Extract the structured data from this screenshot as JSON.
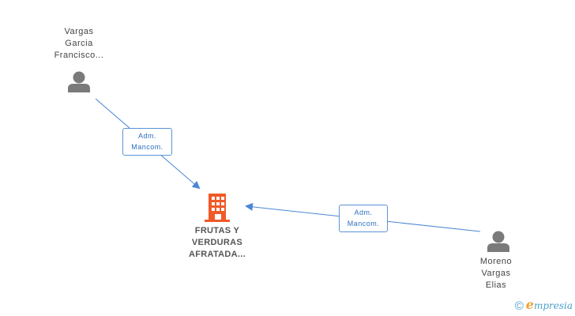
{
  "nodes": {
    "person_top": {
      "lines": [
        "Vargas",
        "Garcia",
        "Francisco..."
      ]
    },
    "company": {
      "lines": [
        "FRUTAS Y",
        "VERDURAS",
        "AFRATADA..."
      ]
    },
    "person_right": {
      "lines": [
        "Moreno",
        "Vargas",
        "Elias"
      ]
    }
  },
  "edges": {
    "top_to_company": {
      "role_lines": [
        "Adm.",
        "Mancom."
      ]
    },
    "right_to_company": {
      "role_lines": [
        "Adm.",
        "Mancom."
      ]
    }
  },
  "colors": {
    "edge": "#4a86d4",
    "company_icon": "#f05a28",
    "person_icon": "#7a7a7a"
  },
  "footer": {
    "copyright_symbol": "©",
    "brand_initial": "e",
    "brand_rest": "mpresia"
  }
}
